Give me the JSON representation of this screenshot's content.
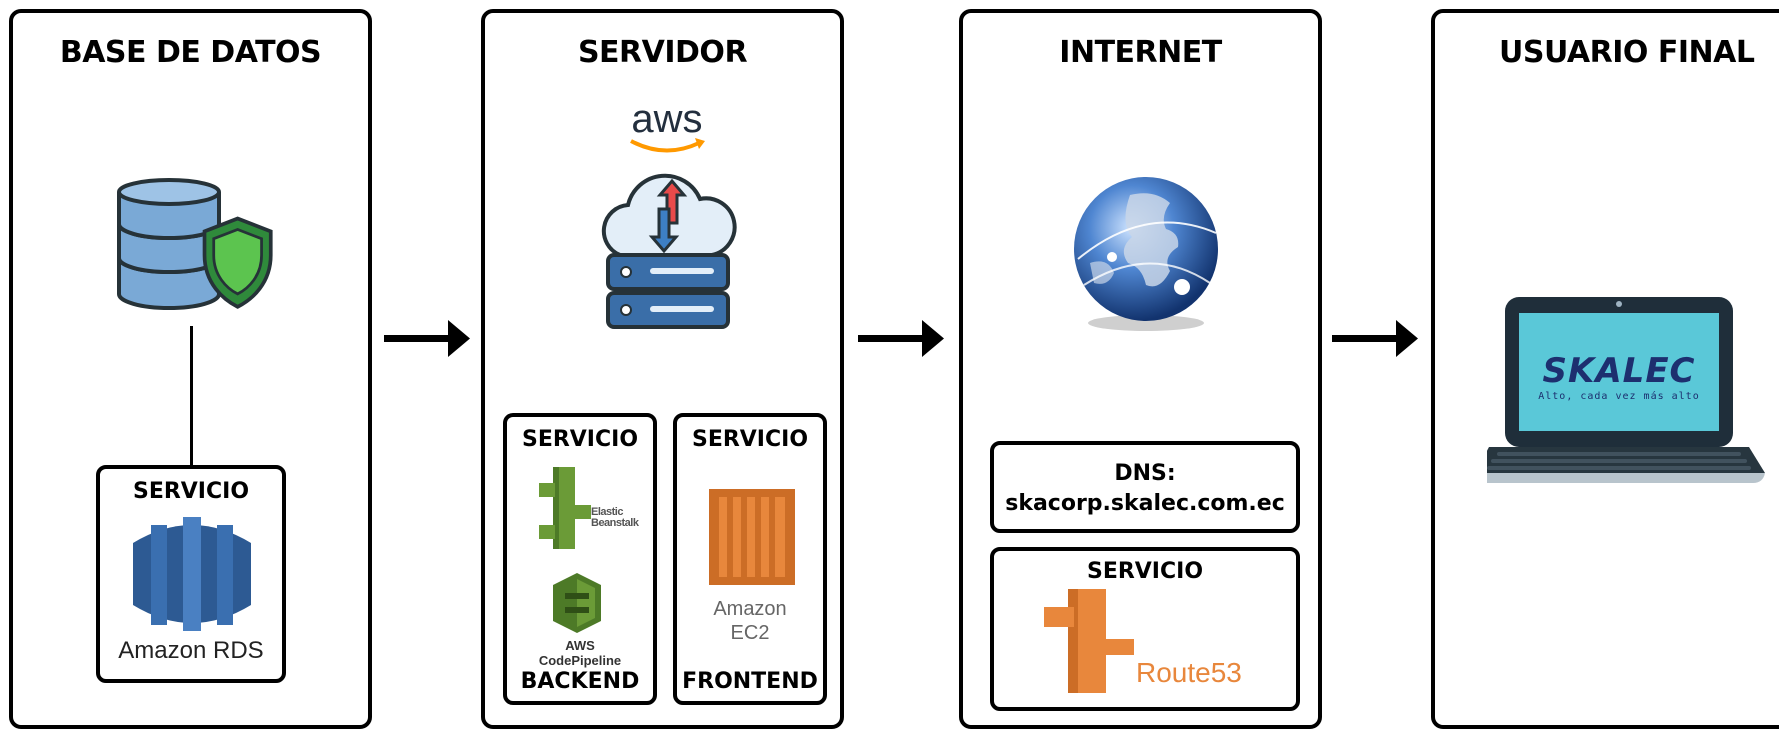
{
  "columns": {
    "database": {
      "title": "BASE DE DATOS",
      "service": {
        "title": "SERVICIO",
        "label": "Amazon RDS"
      }
    },
    "server": {
      "title": "SERVIDOR",
      "logo_text": "aws",
      "backend": {
        "title": "SERVICIO",
        "beanstalk_line1": "Elastic",
        "beanstalk_line2": "Beanstalk",
        "pipeline_line1": "AWS",
        "pipeline_line2": "CodePipeline",
        "footer": "BACKEND"
      },
      "frontend": {
        "title": "SERVICIO",
        "ec2_line1": "Amazon",
        "ec2_line2": "EC2",
        "footer": "FRONTEND"
      }
    },
    "internet": {
      "title": "INTERNET",
      "dns": {
        "line1": "DNS:",
        "line2": "skacorp.skalec.com.ec"
      },
      "service": {
        "title": "SERVICIO",
        "label": "Route53"
      }
    },
    "end_user": {
      "title": "USUARIO FINAL",
      "brand": "SKALEC",
      "tagline": "Alto, cada vez más alto"
    }
  },
  "colors": {
    "rds_blue": "#3a6fb0",
    "aws_green": "#6b9b37",
    "aws_orange": "#e8873c",
    "db_blue": "#7aa9d6",
    "shield_green": "#5cc44f",
    "screen_teal": "#5ac8d8",
    "brand_navy": "#1d2f6f"
  }
}
